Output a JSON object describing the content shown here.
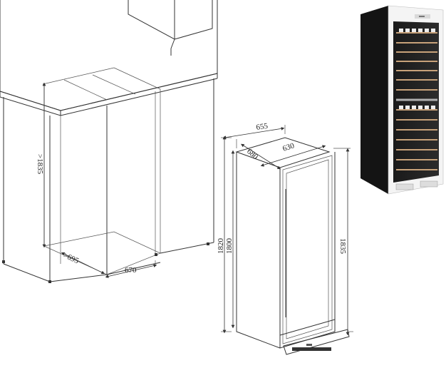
{
  "dimensions": {
    "niche_height": ">1835",
    "niche_depth": ">695",
    "niche_width": "670",
    "cabinet_width_top": "655",
    "cabinet_width": "630",
    "cabinet_depth": "680",
    "height_1": "1820",
    "height_2": "1800",
    "height_door": "1835"
  },
  "colors": {
    "line": "#333333",
    "cabinet_frame": "#111111",
    "shelf_wood": "#c8a27a",
    "background": "#ffffff"
  },
  "icons": [
    "arrow-head-icon"
  ]
}
